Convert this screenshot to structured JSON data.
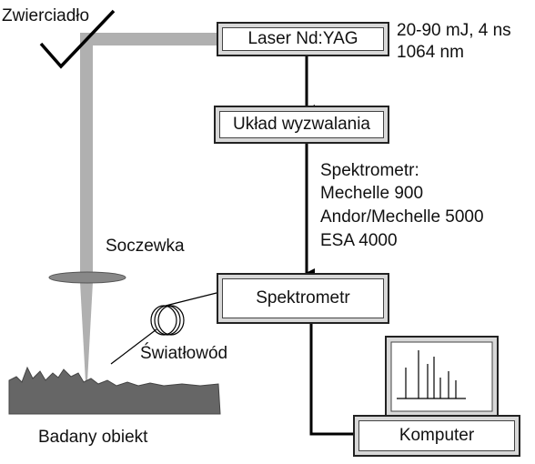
{
  "labels": {
    "mirror": "Zwierciadło",
    "laser": "Laser Nd:YAG",
    "laser_specs_line1": "20-90 mJ, 4 ns",
    "laser_specs_line2": "1064 nm",
    "trigger": "Układ wyzwalania",
    "spectrometer_list_title": "Spektrometr:",
    "spectrometer_option_1": "Mechelle 900",
    "spectrometer_option_2": "Andor/Mechelle 5000",
    "spectrometer_option_3": "ESA 4000",
    "lens": "Soczewka",
    "spectrometer": "Spektrometr",
    "fiber": "Światłowód",
    "sample": "Badany obiekt",
    "computer": "Komputer"
  },
  "colors": {
    "beam": "#b0b0b0",
    "box_fill": "#d8d8d8",
    "line": "#000000",
    "sample": "#666666"
  },
  "icons": [
    "mirror-icon",
    "lens-icon",
    "fiber-coil-icon",
    "monitor-icon",
    "arrow-down-icon"
  ]
}
